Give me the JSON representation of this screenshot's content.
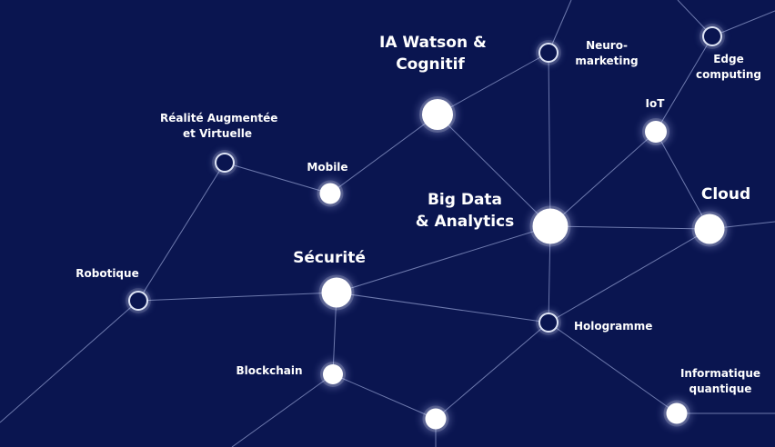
{
  "nodes": {
    "ia_watson": {
      "label": "IA Watson &\nCognitif"
    },
    "neuro": {
      "label": "Neuro-\nmarketing"
    },
    "edge": {
      "label": "Edge\ncomputing"
    },
    "iot": {
      "label": "IoT"
    },
    "realite": {
      "label": "Réalité Augmentée\net Virtuelle"
    },
    "mobile": {
      "label": "Mobile"
    },
    "bigdata": {
      "label": "Big Data\n& Analytics"
    },
    "cloud": {
      "label": "Cloud"
    },
    "robotique": {
      "label": "Robotique"
    },
    "securite": {
      "label": "Sécurité"
    },
    "hologramme": {
      "label": "Hologramme"
    },
    "blockchain": {
      "label": "Blockchain"
    },
    "informatique": {
      "label": "Informatique\nquantique"
    }
  },
  "colors": {
    "background": "#0a1550",
    "edge": "#7f8bbd",
    "node": "#ffffff"
  }
}
